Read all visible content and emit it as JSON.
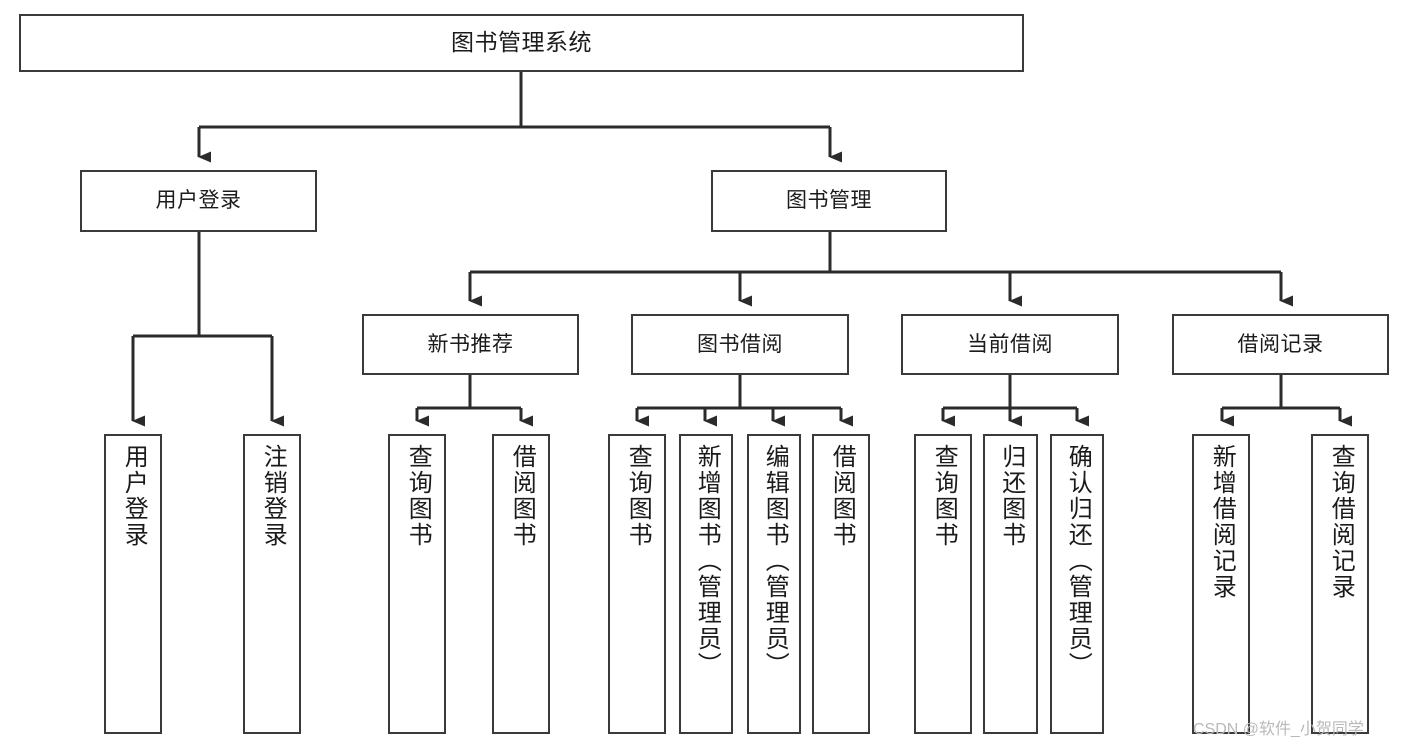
{
  "diagram": {
    "type": "hierarchy-tree",
    "title": "图书管理系统",
    "watermark": "CSDN @软件_小贺同学",
    "colors": {
      "box_border": "#3a3a3a",
      "box_fill": "#ffffff",
      "connector": "#2b2b2b",
      "text": "#1b1b1b",
      "watermark": "#b9b9b9"
    },
    "levels": {
      "level1": [
        {
          "id": "root",
          "label": "图书管理系统"
        }
      ],
      "level2": [
        {
          "id": "login",
          "label": "用户登录",
          "parent": "root"
        },
        {
          "id": "bookmgr",
          "label": "图书管理",
          "parent": "root"
        }
      ],
      "level3": [
        {
          "id": "newbook",
          "label": "新书推荐",
          "parent": "bookmgr"
        },
        {
          "id": "borrow",
          "label": "图书借阅",
          "parent": "bookmgr"
        },
        {
          "id": "current",
          "label": "当前借阅",
          "parent": "bookmgr"
        },
        {
          "id": "record",
          "label": "借阅记录",
          "parent": "bookmgr"
        }
      ],
      "level4": [
        {
          "id": "leaf1",
          "label": "用户登录",
          "parent": "login"
        },
        {
          "id": "leaf2",
          "label": "注销登录",
          "parent": "login"
        },
        {
          "id": "leaf3",
          "label": "查询图书",
          "parent": "newbook"
        },
        {
          "id": "leaf4",
          "label": "借阅图书",
          "parent": "newbook"
        },
        {
          "id": "leaf5",
          "label": "查询图书",
          "parent": "borrow"
        },
        {
          "id": "leaf6",
          "label": "新增图书（管理员）",
          "parent": "borrow"
        },
        {
          "id": "leaf7",
          "label": "编辑图书（管理员）",
          "parent": "borrow"
        },
        {
          "id": "leaf8",
          "label": "借阅图书",
          "parent": "borrow"
        },
        {
          "id": "leaf9",
          "label": "查询图书",
          "parent": "current"
        },
        {
          "id": "leaf10",
          "label": "归还图书",
          "parent": "current"
        },
        {
          "id": "leaf11",
          "label": "确认归还（管理员）",
          "parent": "current"
        },
        {
          "id": "leaf12",
          "label": "新增借阅记录",
          "parent": "record"
        },
        {
          "id": "leaf13",
          "label": "查询借阅记录",
          "parent": "record"
        }
      ]
    }
  }
}
